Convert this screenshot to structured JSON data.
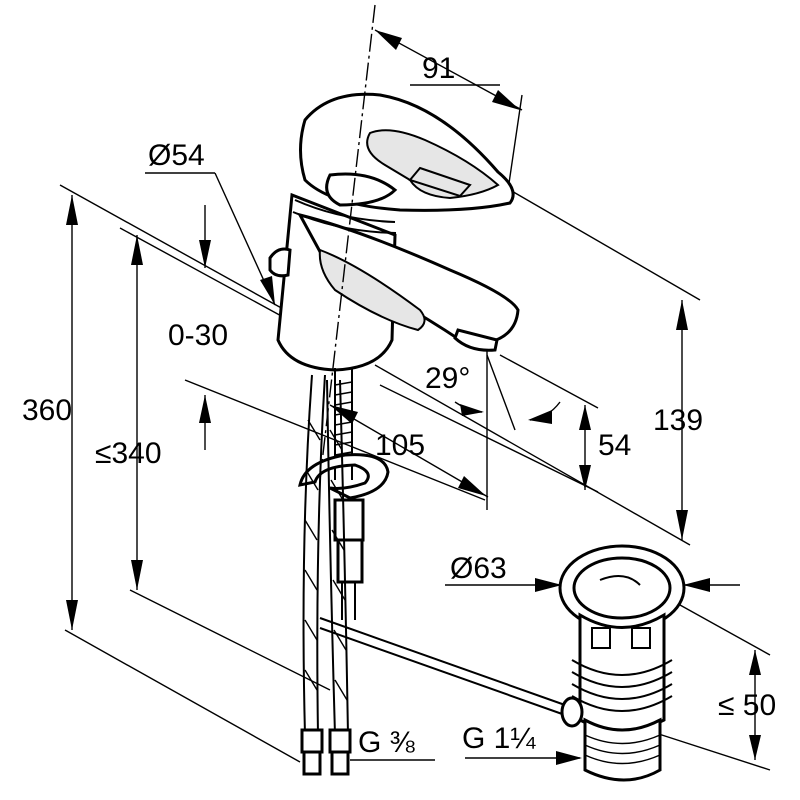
{
  "drawing": {
    "labels": {
      "width_top": "91",
      "body_diameter": "Ø54",
      "height_total": "360",
      "height_max": "≤340",
      "thickness_range": "0-30",
      "spray_angle": "29°",
      "reach": "105",
      "spout_height": "54",
      "spout_to_top": "139",
      "waste_diameter": "Ø63",
      "waste_height": "≤ 50",
      "supply_thread": "G ⅜",
      "waste_thread": "G 1¼"
    }
  }
}
